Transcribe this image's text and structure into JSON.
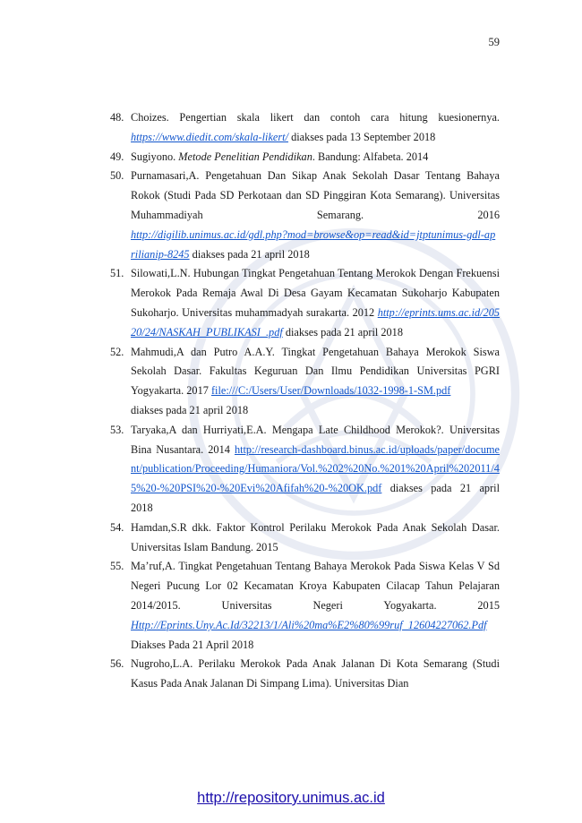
{
  "page": {
    "number": "59",
    "footer_url": "http://repository.unimus.ac.id"
  },
  "references": [
    {
      "num": "48.",
      "text": "Choizes. Pengertian skala likert dan contoh cara hitung kuesionernya.",
      "link": "https://www.diedit.com/skala-likert/",
      "after": " diakses pada 13 September 2018"
    },
    {
      "num": "49.",
      "text_before": "Sugiyono. ",
      "title": "Metode Penelitian Pendidikan",
      "text_after": ". Bandung: Alfabeta. 2014"
    },
    {
      "num": "50.",
      "text": "Purnamasari,A. Pengetahuan Dan Sikap Anak Sekolah Dasar Tentang Bahaya Rokok (Studi Pada SD Perkotaan dan SD Pinggiran Kota Semarang). Universitas Muhammadiyah Semarang. 2016",
      "link": "http://digilib.unimus.ac.id/gdl.php?mod=browse&op=read&id=jtptunimus-gdl-aprilianip-8245",
      "after": " diakses pada 21 april 2018"
    },
    {
      "num": "51.",
      "text": "Silowati,L.N. Hubungan Tingkat Pengetahuan Tentang Merokok Dengan Frekuensi Merokok Pada Remaja Awal Di Desa Gayam Kecamatan Sukoharjo Kabupaten Sukoharjo. Universitas muhammadyah surakarta. 2012",
      "link": "http://eprints.ums.ac.id/20520/24/NASKAH_PUBLIKASI_.pdf",
      "after": " diakses pada 21 april 2018"
    },
    {
      "num": "52.",
      "text": "Mahmudi,A dan Putro A.A.Y. Tingkat Pengetahuan Bahaya Merokok Siswa Sekolah Dasar. Fakultas Keguruan Dan Ilmu Pendidikan Universitas PGRI Yogyakarta. 2017",
      "link": "file:///C:/Users/User/Downloads/1032-1998-1-SM.pdf",
      "after": " diakses pada 21 april 2018"
    },
    {
      "num": "53.",
      "text": "Taryaka,A dan Hurriyati,E.A. Mengapa Late Childhood Merokok?. Universitas Bina Nusantara. 2014",
      "link": "http://research-dashboard.binus.ac.id/uploads/paper/document/publication/Proceeding/Humaniora/Vol.%202%20No.%201%20April%202011/45%20-%20PSI%20-%20Evi%20Afifah%20-%20OK.pdf",
      "after": " diakses pada 21 april 2018"
    },
    {
      "num": "54.",
      "text": "Hamdan,S.R dkk. Faktor Kontrol Perilaku Merokok Pada Anak Sekolah Dasar. Universitas Islam Bandung. 2015"
    },
    {
      "num": "55.",
      "text": "Ma’ruf,A. Tingkat Pengetahuan Tentang Bahaya Merokok Pada Siswa Kelas V Sd Negeri Pucung Lor 02 Kecamatan Kroya Kabupaten Cilacap Tahun Pelajaran 2014/2015. Universitas Negeri Yogyakarta. 2015",
      "link": "Http://Eprints.Uny.Ac.Id/32213/1/Ali%20ma%E2%80%99ruf_12604227062.Pdf",
      "after": " Diakses Pada 21 April 2018"
    },
    {
      "num": "56.",
      "text": "Nugroho,L.A. Perilaku Merokok Pada Anak Jalanan Di Kota Semarang (Studi Kasus Pada Anak Jalanan Di Simpang Lima). Universitas Dian"
    }
  ]
}
